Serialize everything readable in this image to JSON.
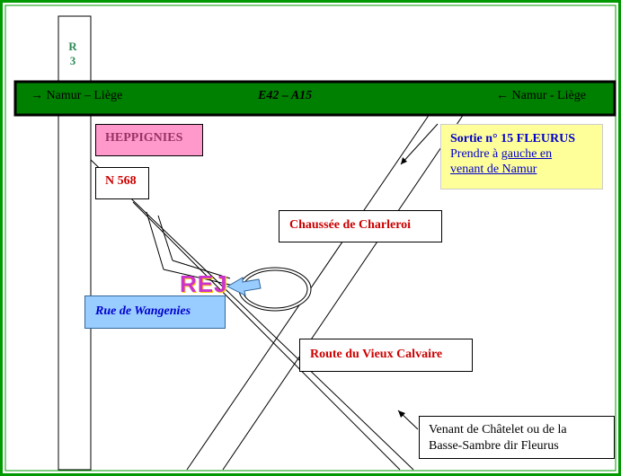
{
  "road_r3": {
    "label_line1": "R",
    "label_line2": "3",
    "color": "#2e8b57"
  },
  "motorway": {
    "left_label": "→ Namur – Liège",
    "center_label": "E42 – A15",
    "right_label": "← Namur - Liège",
    "color": "#008000"
  },
  "heppignies": {
    "label": "HEPPIGNIES",
    "bg": "#ff99cc",
    "text_color": "#993366"
  },
  "n568": {
    "label": "N 568"
  },
  "exit_info": {
    "line1": "Sortie n° 15 FLEURUS",
    "line2_prefix": "Prendre à ",
    "line2_link": "gauche en",
    "line3": "venant de Namur",
    "bg": "#ffff99",
    "text_color": "#0000cc"
  },
  "chaussee": {
    "label": "Chaussée de Charleroi"
  },
  "rej_logo": {
    "text": "REJ"
  },
  "wangenies": {
    "label": "Rue de Wangenies",
    "bg": "#99ccff",
    "text_color": "#0000cc"
  },
  "vieux_calvaire": {
    "label": "Route du Vieux Calvaire"
  },
  "chatelet": {
    "line1": "Venant de Châtelet ou de la",
    "line2": "Basse-Sambre dir Fleurus"
  },
  "colors": {
    "border": "#009900",
    "label_red": "#cc0000"
  }
}
